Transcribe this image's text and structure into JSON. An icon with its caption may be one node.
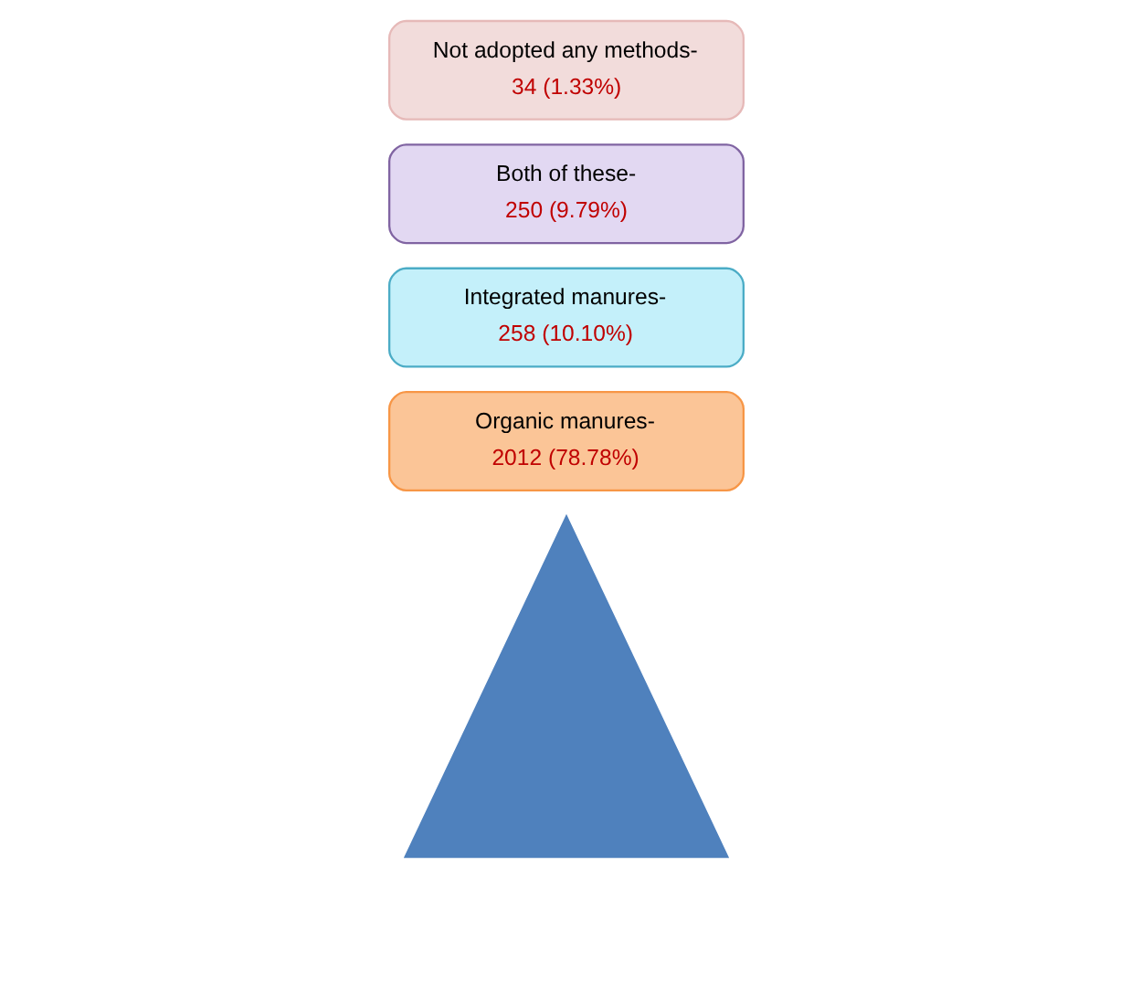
{
  "diagram": {
    "nodes": [
      {
        "text": [],
        "shape": "triangle"
      },
      {
        "text": [
          "Organic manures-",
          "2012 (78.78%)"
        ]
      },
      {
        "text": [
          "Integrated manures-",
          "258 (10.10%)"
        ]
      },
      {
        "text": [
          "Both of these-",
          "250 (9.79%)"
        ]
      },
      {
        "text": [
          "Not adopted any methods-",
          "34 (1.33%)"
        ]
      }
    ],
    "edges": []
  }
}
